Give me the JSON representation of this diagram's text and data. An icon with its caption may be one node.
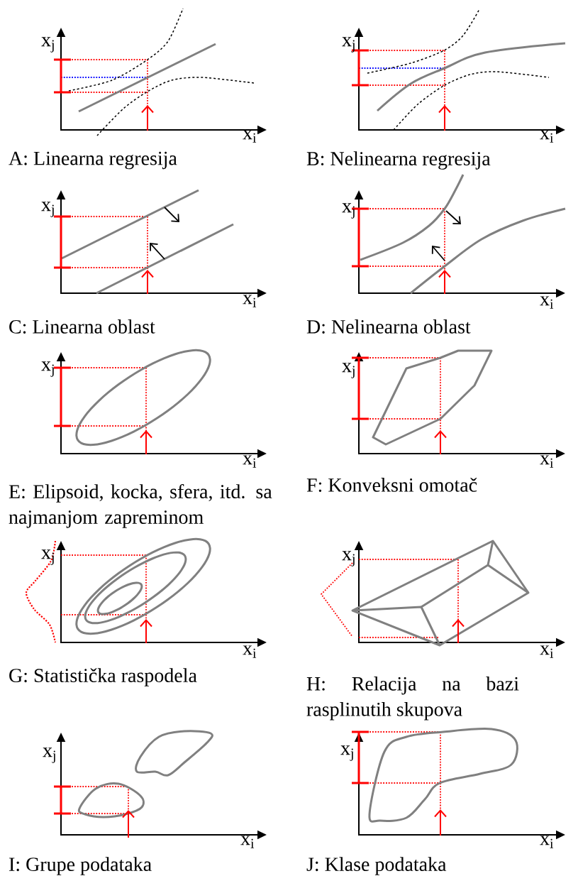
{
  "diagram": {
    "labels": [
      "x$_{j}$",
      "x$_{i}$",
      "A: Linearna regresija",
      "x$_{j}$",
      "x$_{i}$",
      "B: Nelinearna regresija",
      "x$_{j}$",
      "x$_{i}$",
      "C: Linearna oblast",
      "x$_{j}$",
      "x$_{i}$",
      "D: Nelinearna oblast",
      "x$_{j}$",
      "x$_{i}$",
      "E: Elipsoid, kocka, sfera, itd. sa najmanjom zapreminom",
      "x$_{j}$",
      "x$_{i}$",
      "F: Konveksni omotač",
      "x$_{j}$",
      "x$_{i}$",
      "G: Statistička raspodela",
      "x$_{j}$",
      "x$_{i}$",
      "H: Relacija na bazi rasplinutih skupova",
      "x$_{j}$",
      "x$_{i}$",
      "I: Grupe podataka",
      "x$_{j}$",
      "x$_{i}$",
      "J: Klase podataka"
    ]
  }
}
